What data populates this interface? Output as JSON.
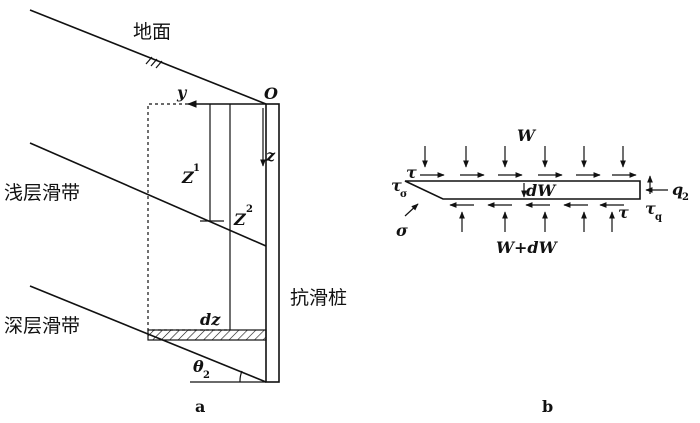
{
  "panel_a": {
    "ground_label": "地面",
    "origin_label": "O",
    "y_axis_label": "y",
    "z_axis_label": "z",
    "z1_label": "Z",
    "z1_sub": "1",
    "z2_label": "Z",
    "z2_sub": "2",
    "shallow_band_label": "浅层滑带",
    "deep_band_label": "深层滑带",
    "pile_label": "抗滑桩",
    "dz_label": "dz",
    "theta_label": "θ",
    "theta_sub": "2",
    "caption": "a"
  },
  "panel_b": {
    "w_label": "W",
    "dw_label": "dW",
    "w_plus_dw_label": "W+dW",
    "tau_top_label": "τ",
    "tau_sigma_label": "τ",
    "tau_sigma_sub": "σ",
    "sigma_label": "σ",
    "tau_bottom_label": "τ",
    "q2_label": "q",
    "q2_sub": "2",
    "tau_q_label": "τ",
    "tau_q_sub": "q",
    "caption": "b"
  }
}
